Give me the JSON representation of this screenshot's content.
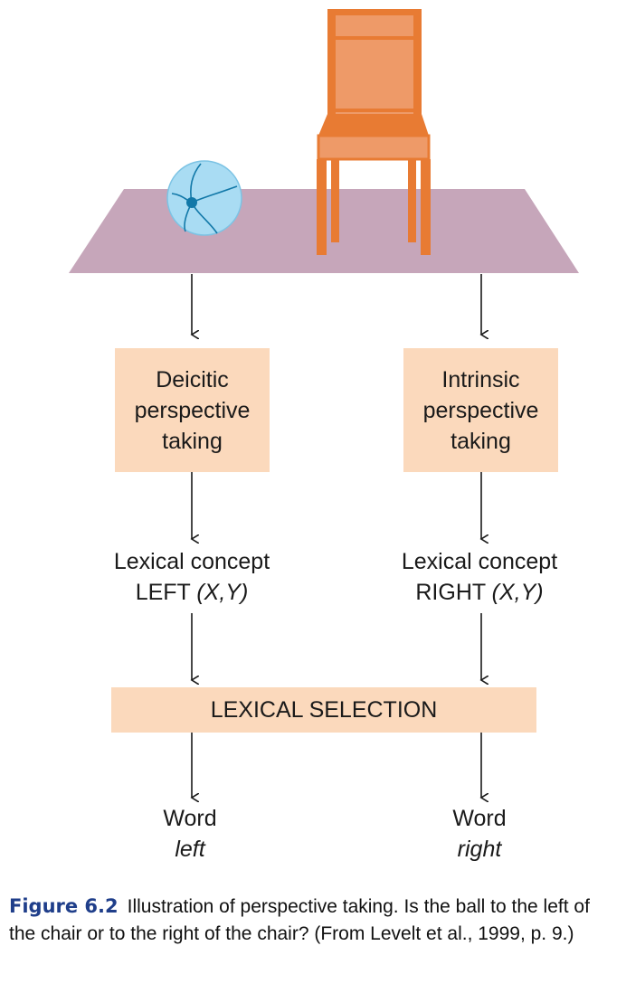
{
  "boxes": {
    "deictic": [
      "Deicitic",
      "perspective",
      "taking"
    ],
    "intrinsic": [
      "Intrinsic",
      "perspective",
      "taking"
    ],
    "lexical_selection": "LEXICAL SELECTION"
  },
  "concepts": {
    "left": {
      "line1": "Lexical concept",
      "word": "LEFT",
      "args": "(X,Y)"
    },
    "right": {
      "line1": "Lexical concept",
      "word": "RIGHT",
      "args": "(X,Y)"
    }
  },
  "words": {
    "left": {
      "label": "Word",
      "word": "left"
    },
    "right": {
      "label": "Word",
      "word": "right"
    }
  },
  "caption": {
    "label": "Figure 6.2",
    "text": "Illustration of perspective taking. Is the ball to the left of the chair or to the right of the chair? (From Levelt et al., 1999, p. 9.)"
  },
  "colors": {
    "floor": "#c6a6ba",
    "chair": "#ee9a68",
    "chair_frame": "#e87b33",
    "ball": "#a9dcf3",
    "ball_lines": "#1178a8",
    "box_fill": "#fbd9bc",
    "caption_label": "#1f3e8a"
  }
}
